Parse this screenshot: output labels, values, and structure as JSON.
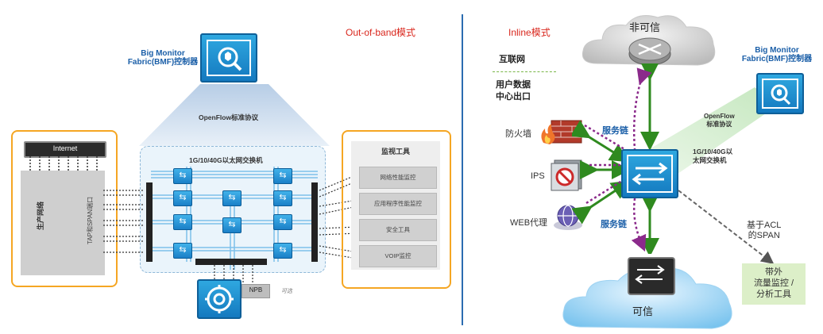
{
  "left": {
    "mode_label": "Out-of-band模式",
    "controller_label_line1": "Big Monitor",
    "controller_label_line2": "Fabric(BMF)控制器",
    "openflow_label": "OpenFlow标准协议",
    "fabric_label": "1G/10/40G以太网交换机",
    "internet_label": "Internet",
    "production_network_label": "生产网络",
    "tap_span_label": "TAP和SPAN端口",
    "monitor_tools_title": "监视工具",
    "tools": [
      "网络性能监控",
      "应用程序性能监控",
      "安全工具",
      "VOIP监控"
    ],
    "npb_label": "NPB",
    "optional_label": "可选"
  },
  "right": {
    "mode_label": "Inline模式",
    "untrusted_label": "非可信",
    "internet_label": "互联网",
    "dc_exit_line1": "用户数据",
    "dc_exit_line2": "中心出口",
    "firewall_label": "防火墙",
    "ips_label": "IPS",
    "web_proxy_label": "WEB代理",
    "service_chain_top": "服务链",
    "service_chain_bottom": "服务链",
    "controller_label_line1": "Big Monitor",
    "controller_label_line2": "Fabric(BMF)控制器",
    "openflow_line1": "OpenFlow",
    "openflow_line2": "标准协议",
    "switch_line1": "1G/10/40G以",
    "switch_line2": "太网交换机",
    "acl_span_line1": "基于ACL",
    "acl_span_line2": "的SPAN",
    "oob_tool_line1": "带外",
    "oob_tool_line2": "流量监控 /",
    "oob_tool_line3": "分析工具",
    "trusted_label": "可信"
  },
  "colors": {
    "accent_blue": "#1b80c8",
    "orange_border": "#f5a623",
    "mode_red": "#d9261c",
    "chain_green": "#2f8a1f",
    "chain_purple": "#8b2a8b",
    "divider_blue": "#2b6cb0"
  },
  "icons": [
    "shield-search-icon",
    "gear-sync-icon",
    "router-icon",
    "firewall-icon",
    "ips-icon",
    "web-proxy-icon",
    "switch-arrows-icon"
  ]
}
